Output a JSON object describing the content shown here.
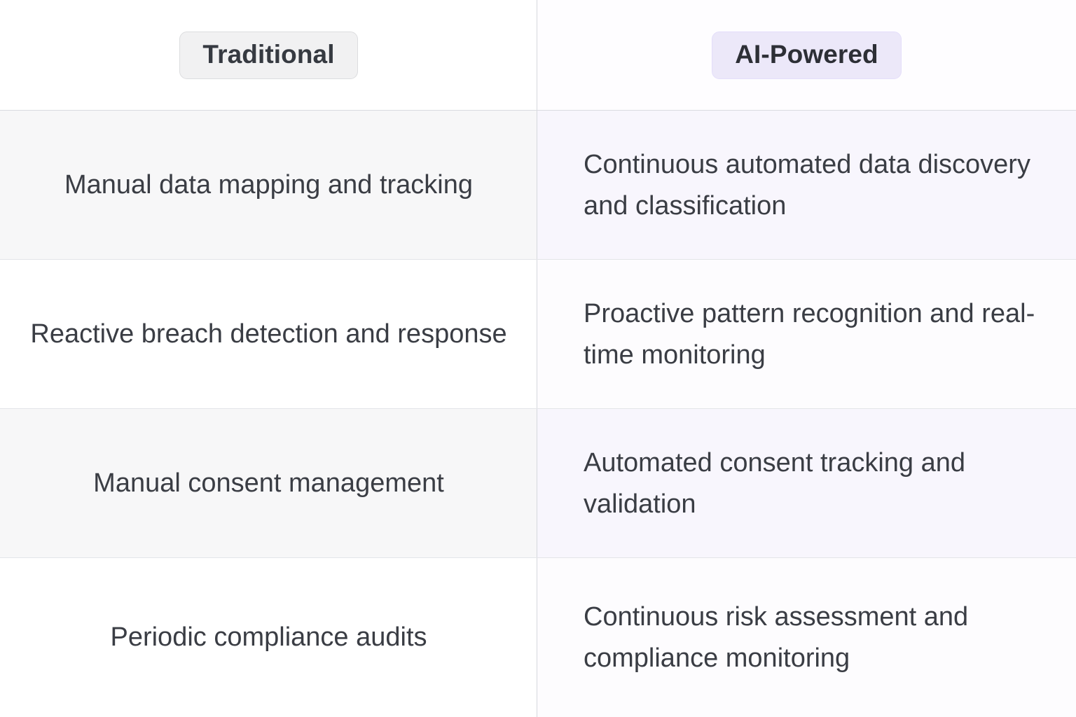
{
  "table": {
    "columns": [
      {
        "id": "traditional",
        "label": "Traditional",
        "badge_style": "neutral",
        "align": "center"
      },
      {
        "id": "ai_powered",
        "label": "AI-Powered",
        "badge_style": "accent",
        "align": "left"
      }
    ],
    "rows": [
      {
        "traditional": "Manual data mapping and tracking",
        "ai_powered": "Continuous automated data discovery and classification",
        "striped": true
      },
      {
        "traditional": "Reactive breach detection and response",
        "ai_powered": "Proactive pattern recognition and real-time monitoring",
        "striped": false
      },
      {
        "traditional": "Manual consent management",
        "ai_powered": "Automated consent tracking and validation",
        "striped": true
      },
      {
        "traditional": "Periodic compliance audits",
        "ai_powered": "Continuous risk assessment and compliance monitoring",
        "striped": false
      }
    ]
  },
  "colors": {
    "page_background": "#ffffff",
    "text_primary": "#3a3d44",
    "badge_neutral_bg": "#f1f1f2",
    "badge_neutral_border": "#dcdddf",
    "badge_neutral_text": "#363a41",
    "badge_accent_bg": "#ece8f9",
    "badge_accent_border": "#e4defa",
    "badge_accent_text": "#2d2f36",
    "stripe_left": "#f7f7f8",
    "stripe_right": "#f8f6fd",
    "plain_right": "#fdfcfe",
    "row_divider": "#e3e5e9",
    "column_divider": "#d6d8dd"
  }
}
